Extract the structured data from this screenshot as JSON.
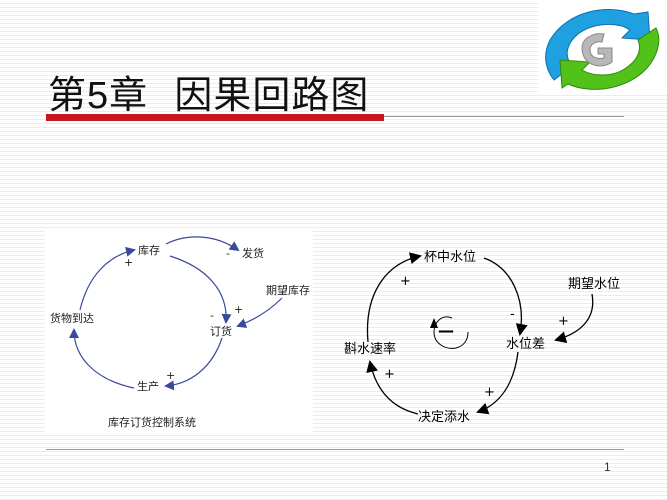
{
  "slide": {
    "title_prefix": "第",
    "title_number": "5",
    "title_suffix": "章",
    "title_text": "因果回路图",
    "page_number": "1"
  },
  "left_diagram": {
    "nodes": {
      "inventory": "库存",
      "shipping": "发货",
      "desired_inventory": "期望库存",
      "ordering": "订货",
      "production": "生产",
      "goods_arrival": "货物到达"
    },
    "signs": {
      "inventory_plus": "+",
      "shipping_minus": "-",
      "ordering_minus": "-",
      "ordering_plus": "+",
      "production_plus": "+"
    },
    "caption": "库存订货控制系统"
  },
  "right_diagram": {
    "nodes": {
      "cup_level": "杯中水位",
      "desired_level": "期望水位",
      "level_gap": "水位差",
      "decide_add": "决定添水",
      "pour_rate": "斟水速率"
    },
    "signs": {
      "cup_plus": "+",
      "gap_minus": "-",
      "desired_plus": "+",
      "decide_plus": "+",
      "pour_plus": "+"
    },
    "loop_symbol": "—"
  },
  "colors": {
    "title_bar": "#c8161d",
    "left_arrow": "#3a4a9a",
    "right_arrow": "#000000"
  },
  "icons": [
    "refresh-logo-icon"
  ]
}
